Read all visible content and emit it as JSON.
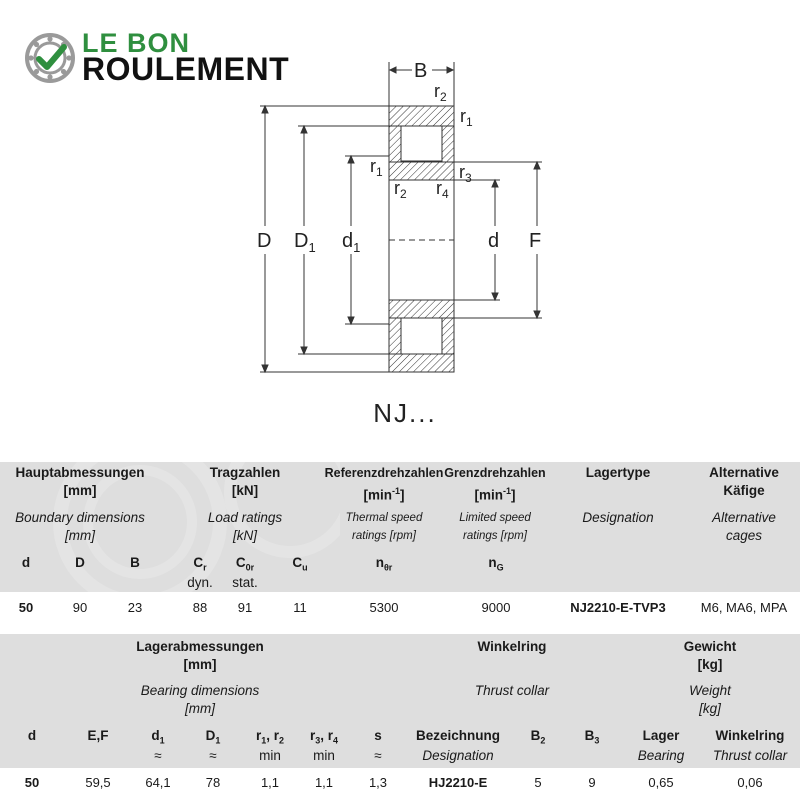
{
  "logo": {
    "line1": "LE BON",
    "line2": "ROULEMENT",
    "brand_color": "#2f8f3f",
    "icon": "bearing-check-icon"
  },
  "drawing": {
    "labels": {
      "B": "B",
      "r2_top": "r",
      "r1_top": "r",
      "r1_inner": "r",
      "r2_inner": "r",
      "r4": "r",
      "r3": "r",
      "D": "D",
      "D1": "D",
      "d1": "d",
      "d": "d",
      "F": "F"
    },
    "subs": {
      "r2_top": "2",
      "r1_top": "1",
      "r1_inner": "1",
      "r2_inner": "2",
      "r4": "4",
      "r3": "3",
      "D1": "1",
      "d1": "1"
    },
    "series": "NJ..."
  },
  "table1": {
    "h_main": {
      "c1": "Hauptabmessungen",
      "c1b": "[mm]",
      "c2": "Tragzahlen",
      "c2b": "[kN]",
      "c3": "Referenzdrehzahlen",
      "c3b": "[min",
      "c4": "Grenzdrehzahlen",
      "c4b": "[min",
      "c5": "Lagertype",
      "c6": "Alternative",
      "c6b": "Käfige",
      "exp": "-1",
      "close": "]"
    },
    "h_en": {
      "c1": "Boundary dimensions",
      "c1b": "[mm]",
      "c2": "Load ratings",
      "c2b": "[kN]",
      "c3": "Thermal speed",
      "c3b": "ratings [rpm]",
      "c4": "Limited speed",
      "c4b": "ratings [rpm]",
      "c5": "Designation",
      "c6": "Alternative",
      "c6b": "cages"
    },
    "symbols": {
      "d": "d",
      "D": "D",
      "B": "B",
      "Cr": "C",
      "Cr_sub": "r",
      "Cr_note": "dyn.",
      "C0r": "C",
      "C0r_sub": "0r",
      "C0r_note": "stat.",
      "Cu": "C",
      "Cu_sub": "u",
      "n_ref": "n",
      "n_ref_sub": "θr",
      "n_lim": "n",
      "n_lim_sub": "G"
    },
    "row": {
      "d": "50",
      "D": "90",
      "B": "23",
      "Cr": "88",
      "C0r": "91",
      "Cu": "11",
      "n_ref": "5300",
      "n_lim": "9000",
      "designation": "NJ2210-E-TVP3",
      "cages": "M6, MA6, MPA"
    }
  },
  "table2": {
    "h_main": {
      "c1": "Lagerabmessungen",
      "c1b": "[mm]",
      "c2": "Winkelring",
      "c3": "Gewicht",
      "c3b": "[kg]"
    },
    "h_en": {
      "c1": "Bearing dimensions",
      "c1b": "[mm]",
      "c2": "Thrust collar",
      "c3": "Weight",
      "c3b": "[kg]"
    },
    "symbols": {
      "d": "d",
      "EF": "E,F",
      "d1": "d",
      "d1_sub": "1",
      "approx1": "≈",
      "D1": "D",
      "D1_sub": "1",
      "approx2": "≈",
      "r12": "r",
      "r12_sub1": "1",
      "r12_sep": ", r",
      "r12_sub2": "2",
      "min1": "min",
      "r34": "r",
      "r34_sub1": "3",
      "r34_sep": ", r",
      "r34_sub2": "4",
      "min2": "min",
      "s": "s",
      "approx3": "≈",
      "bez": "Bezeichnung",
      "bez_en": "Designation",
      "B2": "B",
      "B2_sub": "2",
      "B3": "B",
      "B3_sub": "3",
      "lager": "Lager",
      "lager_en": "Bearing",
      "wink": "Winkelring",
      "wink_en": "Thrust collar"
    },
    "row": {
      "d": "50",
      "EF": "59,5",
      "d1": "64,1",
      "D1": "78",
      "r12": "1,1",
      "r34": "1,1",
      "s": "1,3",
      "designation": "HJ2210-E",
      "B2": "5",
      "B3": "9",
      "w_bearing": "0,65",
      "w_collar": "0,06"
    }
  }
}
